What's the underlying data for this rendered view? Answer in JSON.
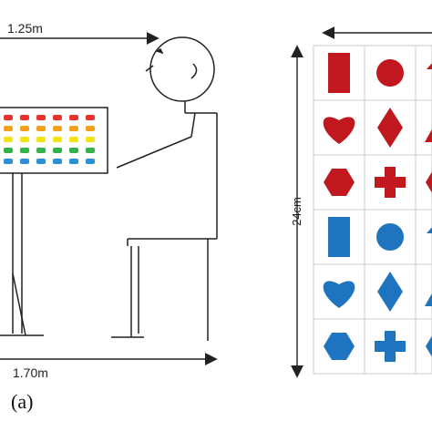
{
  "labels": {
    "distance_top": "1.25m",
    "distance_bottom": "1.70m",
    "board_height": "24cm",
    "caption": "(a)"
  },
  "colors": {
    "red": "#c0181e",
    "blue": "#1f74bf",
    "line": "#222222",
    "cell_border": "#c9c9c9"
  },
  "board": {
    "columns": 3,
    "rows": [
      {
        "color": "red",
        "shapes": [
          "rectangle",
          "circle",
          "arrow-up"
        ]
      },
      {
        "color": "red",
        "shapes": [
          "heart",
          "diamond",
          "triangle"
        ]
      },
      {
        "color": "red",
        "shapes": [
          "hexagon",
          "cross",
          "hexagon"
        ]
      },
      {
        "color": "blue",
        "shapes": [
          "rectangle",
          "circle",
          "arrow-up"
        ]
      },
      {
        "color": "blue",
        "shapes": [
          "heart",
          "diamond",
          "triangle"
        ]
      },
      {
        "color": "blue",
        "shapes": [
          "hexagon",
          "cross",
          "hexagon"
        ]
      }
    ]
  },
  "mini_board": {
    "row_colors": [
      "#e8322b",
      "#f2a21b",
      "#f3e315",
      "#35b24a",
      "#2d8fd6"
    ]
  }
}
